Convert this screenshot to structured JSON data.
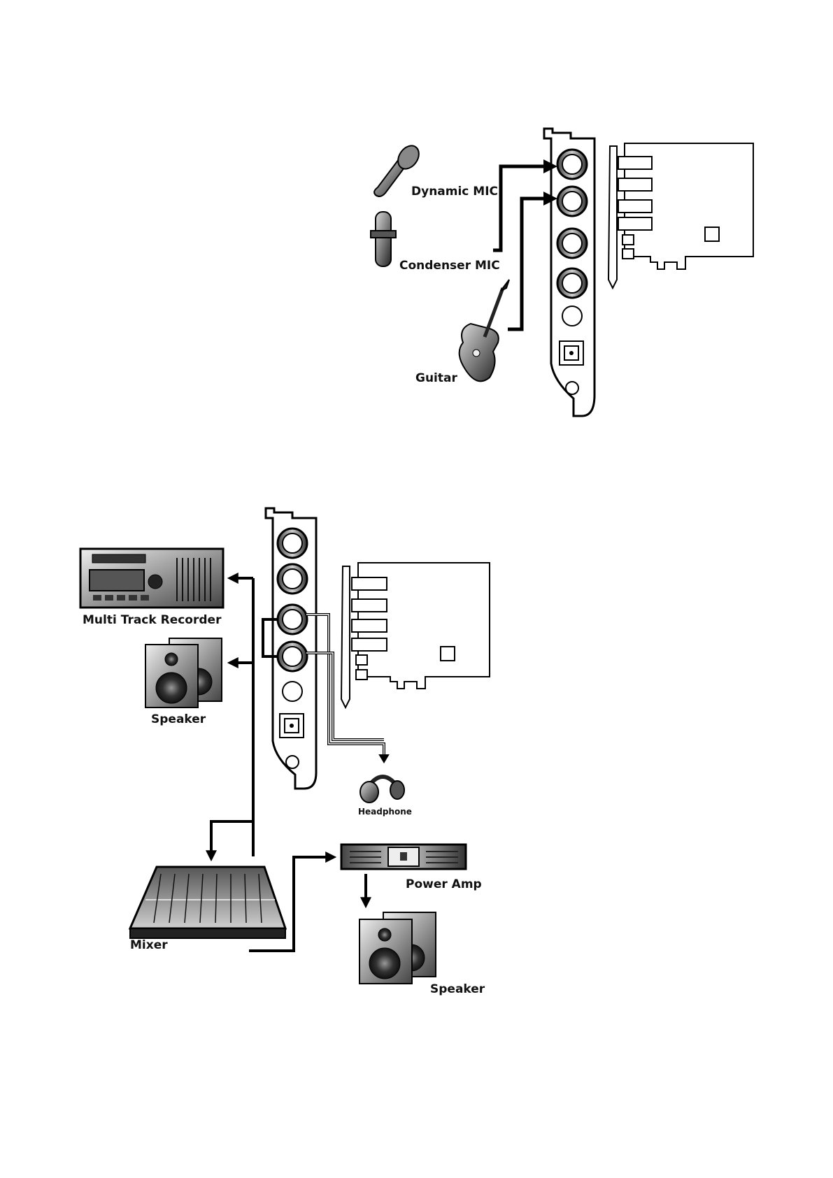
{
  "input_diagram": {
    "labels": {
      "dynamic_mic": "Dynamic MIC",
      "condenser_mic": "Condenser MIC",
      "guitar": "Guitar"
    }
  },
  "output_diagram": {
    "labels": {
      "multi_track_recorder": "Multi Track Recorder",
      "speaker_left": "Speaker",
      "headphone": "Headphone",
      "mixer": "Mixer",
      "power_amp": "Power Amp",
      "speaker_right": "Speaker"
    }
  }
}
